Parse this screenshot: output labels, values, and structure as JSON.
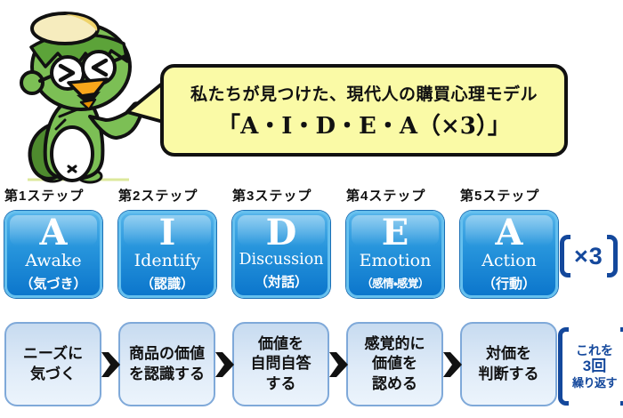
{
  "speech_bubble": {
    "line1": "私たちが見つけた、現代人の購買心理モデル",
    "line2": "「A・I・D・E・A（×3）」"
  },
  "steps": [
    {
      "label": "第1ステップ",
      "letter": "A",
      "word": "Awake",
      "meaning": "（気づき）",
      "desc": [
        "ニーズに",
        "気づく"
      ]
    },
    {
      "label": "第2ステップ",
      "letter": "I",
      "word": "Identify",
      "meaning": "（認識）",
      "desc": [
        "商品の価値",
        "を認識する"
      ]
    },
    {
      "label": "第3ステップ",
      "letter": "D",
      "word": "Discussion",
      "meaning": "（対話）",
      "desc": [
        "価値を",
        "自問自答",
        "する"
      ]
    },
    {
      "label": "第4ステップ",
      "letter": "E",
      "word": "Emotion",
      "meaning": "（感情・感覚）",
      "desc": [
        "感覚的に",
        "価値を",
        "認める"
      ]
    },
    {
      "label": "第5ステップ",
      "letter": "A",
      "word": "Action",
      "meaning": "（行動）",
      "desc": [
        "対価を",
        "判断する"
      ]
    }
  ],
  "multiplier": "×3",
  "repeat_note": {
    "lines": [
      "これを",
      "3回",
      "繰り返す"
    ]
  },
  "colors": {
    "bubble_yellow": "#FAFAA6",
    "box_blue_top": "#55B4EA",
    "box_blue_bottom": "#0C76CC",
    "box_blue_border": "#66C0EE",
    "light_box_fill": "#DFEBF8",
    "light_box_border": "#7FA9D9",
    "dark_blue": "#14489C",
    "mascot_green": "#7CBF55"
  }
}
